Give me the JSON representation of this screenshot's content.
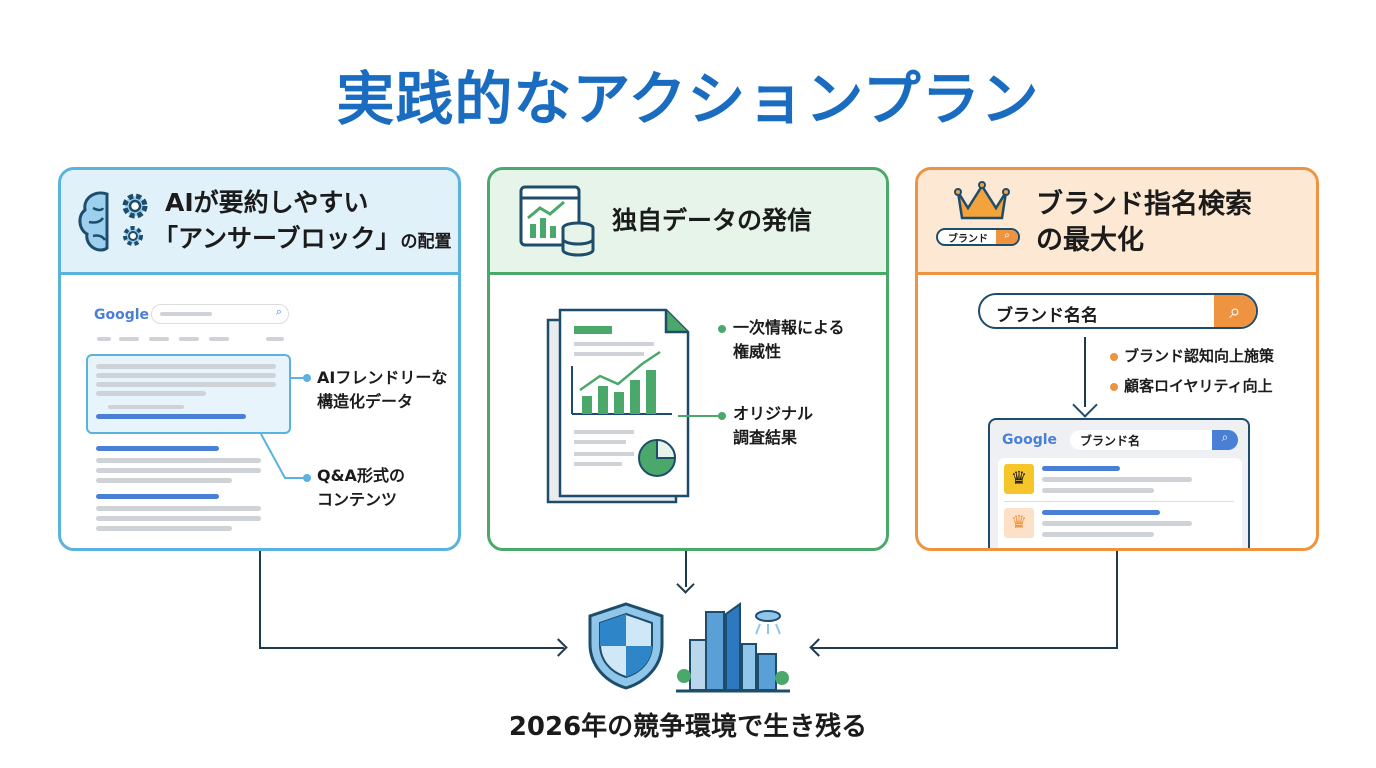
{
  "title": "実践的なアクションプラン",
  "cards": [
    {
      "title_line1": "AIが要約しやすい",
      "title_line2": "「アンサーブロック」",
      "title_suffix": "の配置",
      "google_logo": "Google",
      "callouts": [
        {
          "line1": "AIフレンドリーな",
          "line2": "構造化データ"
        },
        {
          "line1": "Q&A形式の",
          "line2": "コンテンツ"
        }
      ],
      "accent": "#5ab3dc"
    },
    {
      "title": "独自データの発信",
      "callouts": [
        {
          "line1": "一次情報による",
          "line2": "権威性"
        },
        {
          "line1": "オリジナル",
          "line2": "調査結果"
        }
      ],
      "accent": "#4aa96a"
    },
    {
      "title_line1": "ブランド指名検索",
      "title_line2": "の最大化",
      "icon_search_text": "ブランド",
      "search_text": "ブランド名名",
      "bullets": [
        "ブランド認知向上施策",
        "顧客ロイヤリティ向上"
      ],
      "google_logo": "Google",
      "google_search_text": "ブランド名",
      "accent": "#ee9440"
    }
  ],
  "bottom_label": "2026年の競争環境で生き残る"
}
